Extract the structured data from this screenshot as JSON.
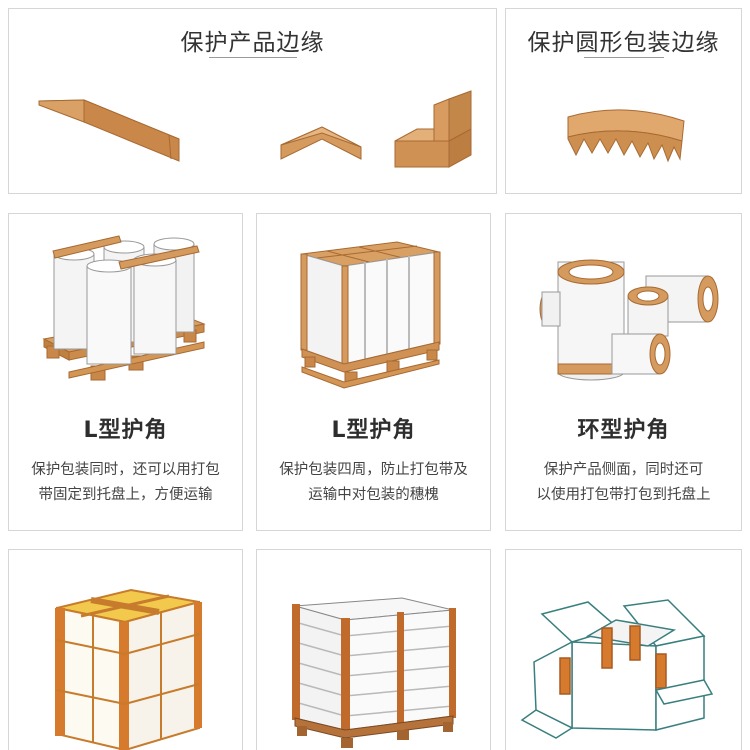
{
  "panels": {
    "edge": {
      "title": "保护产品边缘"
    },
    "round": {
      "title": "保护圆形包装边缘"
    },
    "l1": {
      "title": "L型护角",
      "line1": "保护包装同时，还可以用打包",
      "line2": "带固定到托盘上，方便运输"
    },
    "l2": {
      "title": "L型护角",
      "line1": "保护包装四周，防止打包带及",
      "line2": "运输中对包装的穗槐"
    },
    "ring": {
      "title": "环型护角",
      "line1": "保护产品侧面，同时还可",
      "line2": "以使用打包带打包到托盘上"
    }
  },
  "colors": {
    "kraft": "#d49a5e",
    "kraft_dark": "#b7773e",
    "kraft_light": "#e4b27c",
    "outline": "#8a5a2b",
    "border": "#d6d6d6",
    "teal": "#3a7f7f"
  },
  "icons": [
    "angle-bar-icon",
    "v-corner-icon",
    "box-corner-icon",
    "round-edge-icon",
    "roll-pallet-icon",
    "wrapped-pallet-icon",
    "paper-rolls-icon",
    "yellow-crate-icon",
    "strapped-pallet-icon",
    "open-box-icon"
  ]
}
